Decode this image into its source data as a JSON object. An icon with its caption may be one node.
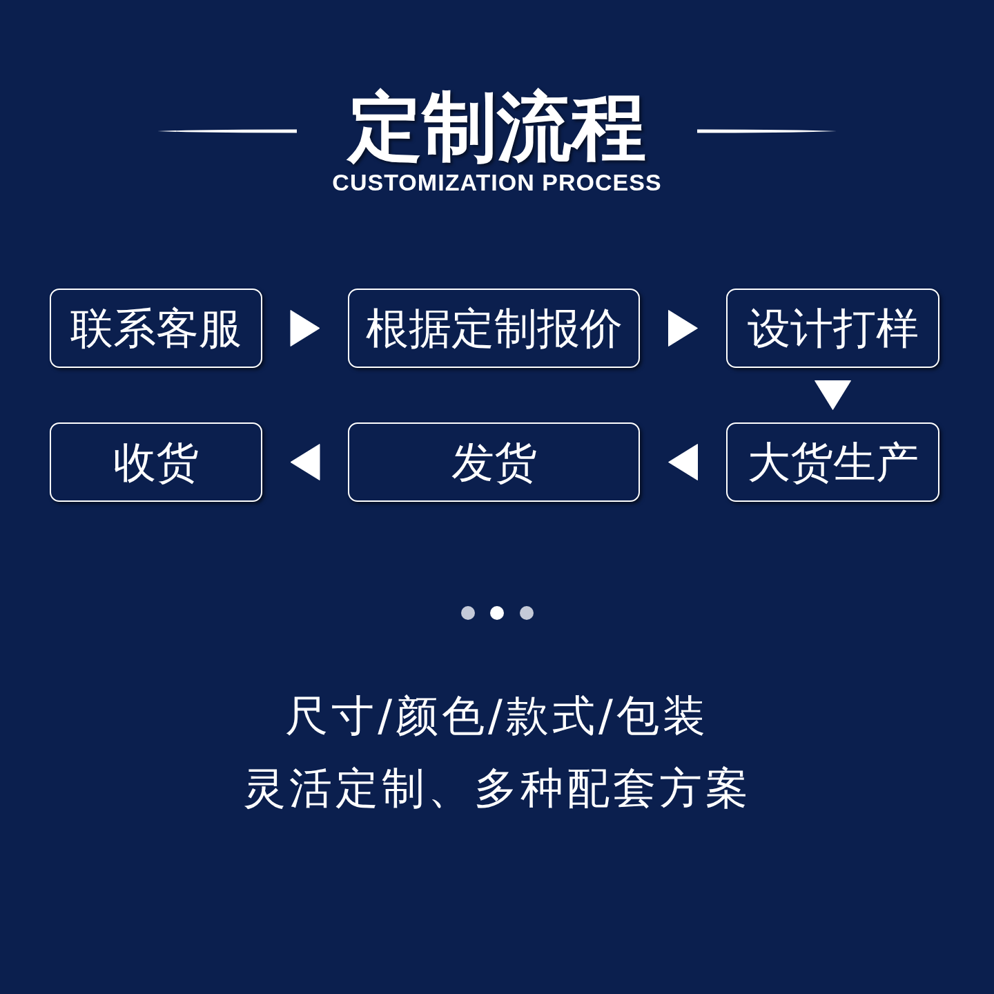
{
  "diagram": {
    "title": "定制流程",
    "nodes": [
      {
        "text": [
          "联系客服"
        ]
      },
      {
        "text": [
          "根据定制报价"
        ]
      },
      {
        "text": [
          "设计打样"
        ]
      },
      {
        "text": [
          "大货生产"
        ]
      },
      {
        "text": [
          "发货"
        ]
      },
      {
        "text": [
          "收货"
        ]
      }
    ],
    "edges": [
      {
        "from": 0,
        "to": 1,
        "arrow": "to"
      },
      {
        "from": 1,
        "to": 2,
        "arrow": "to"
      },
      {
        "from": 2,
        "to": 3,
        "arrow": "to"
      },
      {
        "from": 3,
        "to": 4,
        "arrow": "to"
      },
      {
        "from": 4,
        "to": 5,
        "arrow": "to"
      }
    ],
    "labels": [
      "CUSTOMIZATION PROCESS",
      "尺寸/颜色/款式/包装",
      "灵活定制、多种配套方案"
    ]
  }
}
